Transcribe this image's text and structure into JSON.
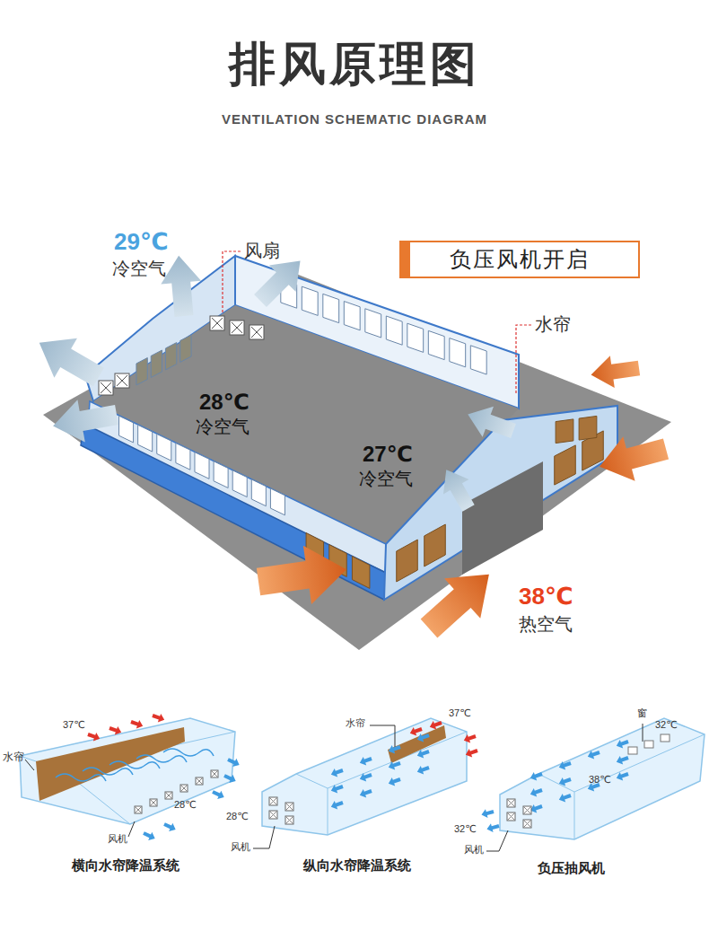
{
  "diagram": {
    "title": "排风原理图",
    "nodes": [
      {
        "text": [
          "负压风机开启"
        ]
      }
    ],
    "labels": [
      "VENTILATION SCHEMATIC DIAGRAM",
      "29℃",
      "冷空气",
      "风扇",
      "水帘",
      "28℃",
      "冷空气",
      "27℃",
      "冷空气",
      "38℃",
      "热空气",
      "37℃",
      "水帘",
      "28℃",
      "风机",
      "横向水帘降温系统",
      "水帘",
      "37℃",
      "28℃",
      "风机",
      "纵向水帘降温系统",
      "窗",
      "32℃",
      "38℃",
      "32℃",
      "风机",
      "负压抽风机"
    ]
  }
}
